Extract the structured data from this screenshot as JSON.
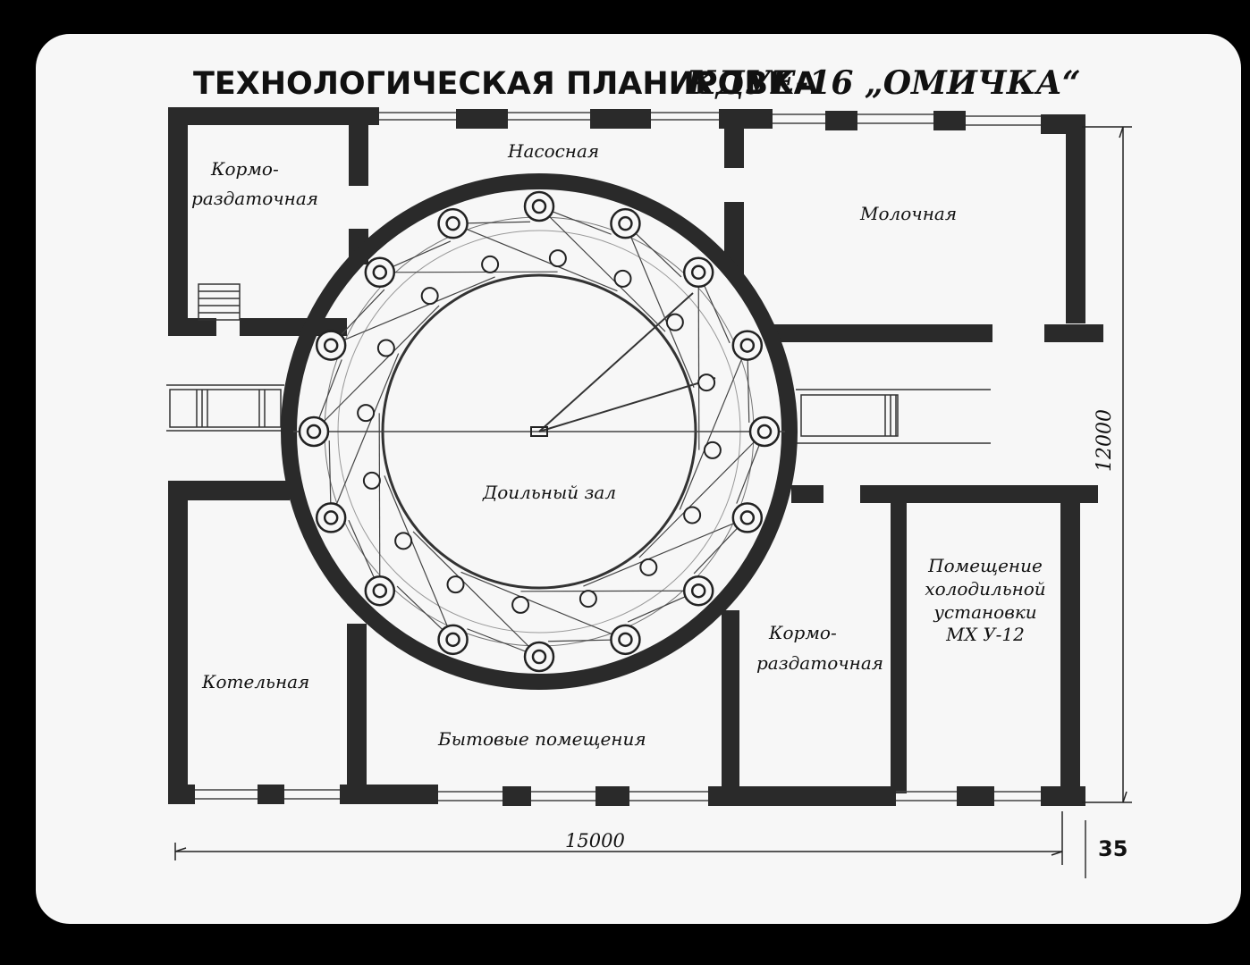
{
  "title": {
    "main": "ТЕХНОЛОГИЧЕСКАЯ ПЛАНИРОВКА",
    "model": "КДУЕ-16 „ОМИЧКА“"
  },
  "rooms": {
    "feed_room_top_line1": "Кормо-",
    "feed_room_top_line2": "раздаточная",
    "pump_room": "Насосная",
    "milk_room": "Молочная",
    "milking_hall": "Доильный зал",
    "boiler_room": "Котельная",
    "utility_rooms": "Бытовые помещения",
    "feed_room_bottom_line1": "Кормо-",
    "feed_room_bottom_line2": "раздаточная",
    "refrigeration_line1": "Помещение",
    "refrigeration_line2": "холодильной",
    "refrigeration_line3": "установки",
    "refrigeration_line4": "МХ У-12"
  },
  "dimensions": {
    "width": "15000",
    "height": "12000"
  },
  "slide_number": "35"
}
